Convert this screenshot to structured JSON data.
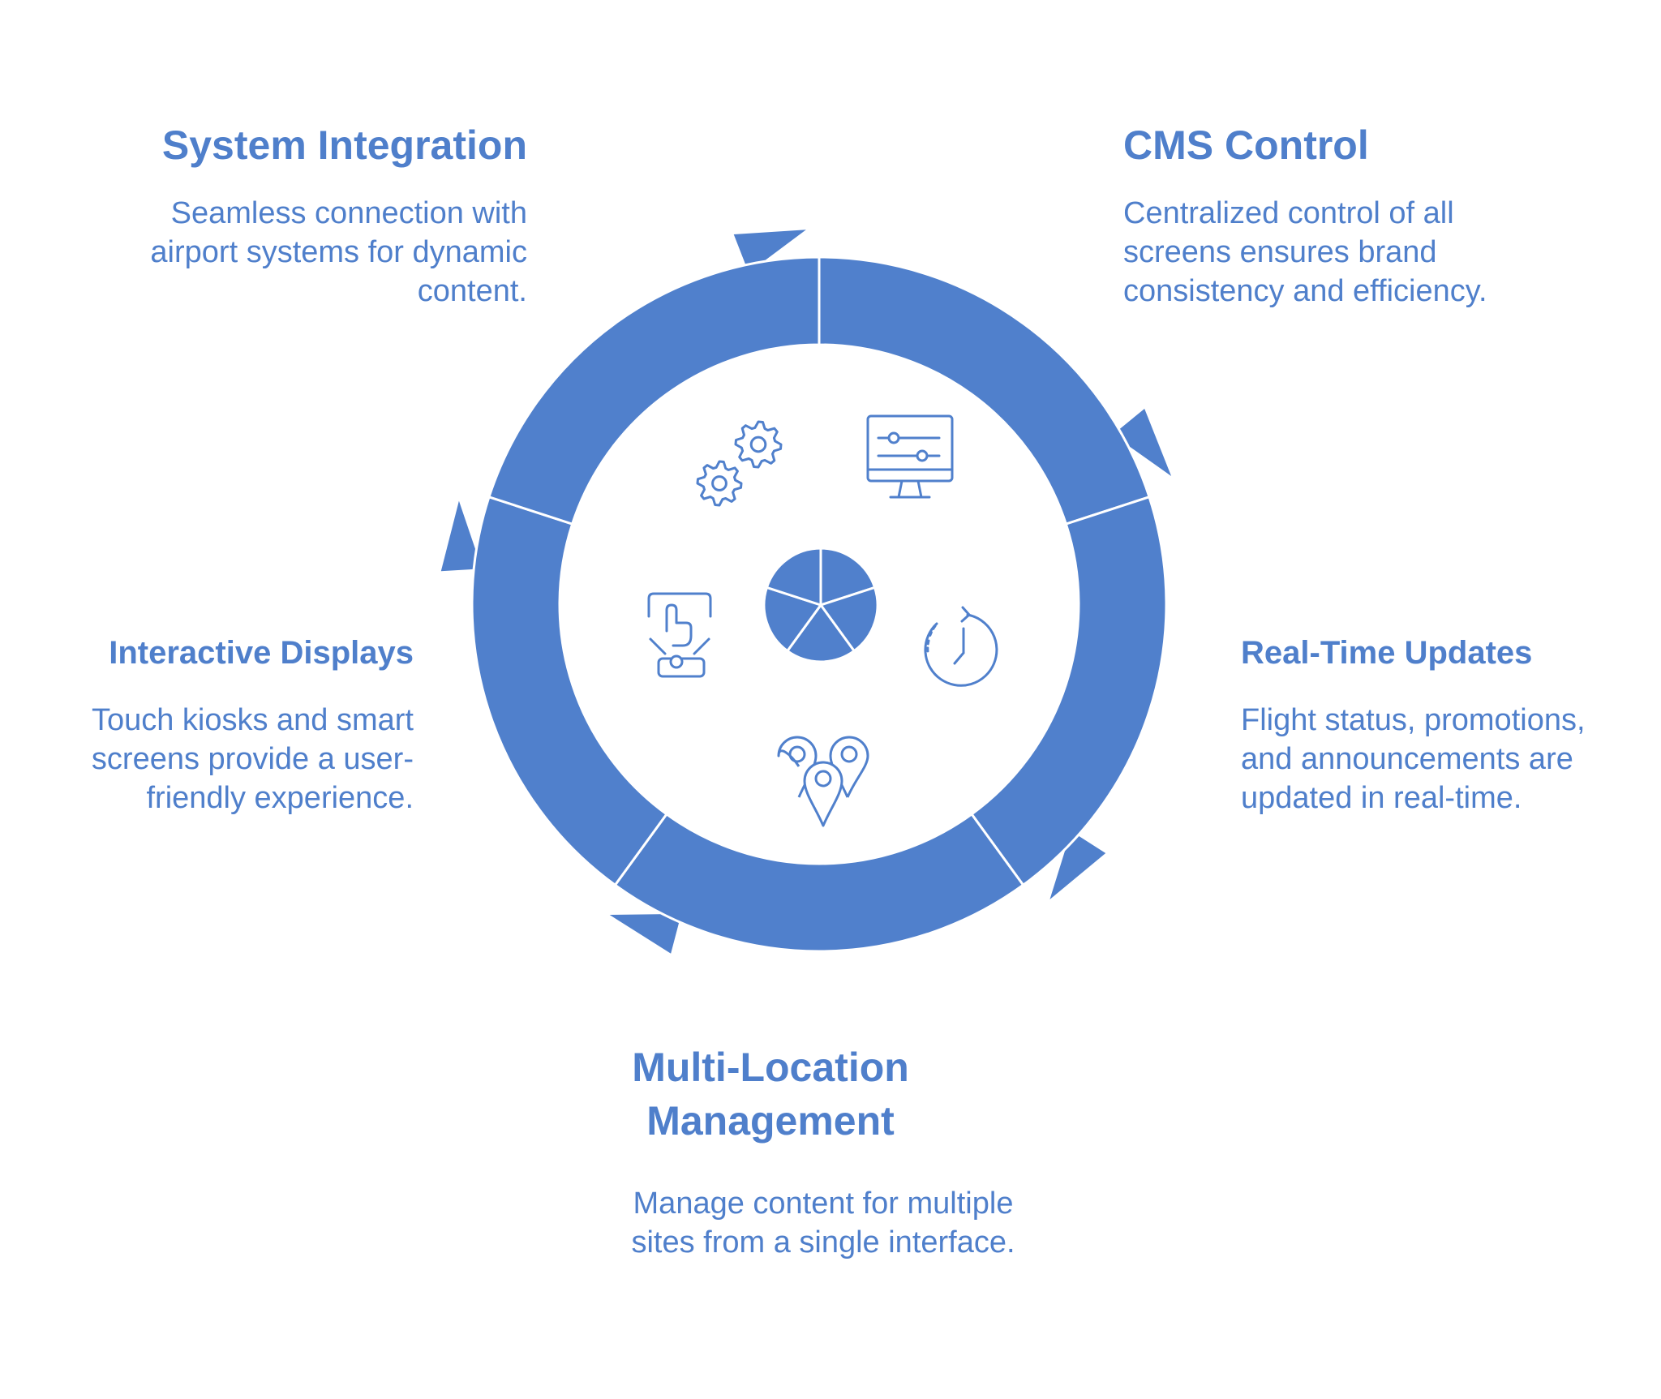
{
  "accent_color": "#5080cc",
  "hub_icon": "pie-chart-icon",
  "sections": [
    {
      "id": "system-integration",
      "title": "System Integration",
      "description": "Seamless connection with airport systems for dynamic content.",
      "icon": "gears-icon"
    },
    {
      "id": "cms-control",
      "title": "CMS Control",
      "description": "Centralized control of all screens ensures brand consistency and efficiency.",
      "icon": "monitor-sliders-icon"
    },
    {
      "id": "real-time-updates",
      "title": "Real-Time Updates",
      "description": "Flight status, promotions, and announcements are updated in real-time.",
      "icon": "clock-refresh-icon"
    },
    {
      "id": "multi-location",
      "title": "Multi-Location Management",
      "description": "Manage content for multiple sites from a single interface.",
      "icon": "map-pins-icon"
    },
    {
      "id": "interactive-displays",
      "title": "Interactive Displays",
      "description": "Touch kiosks and smart screens provide a user-friendly experience.",
      "icon": "touch-kiosk-icon"
    }
  ]
}
